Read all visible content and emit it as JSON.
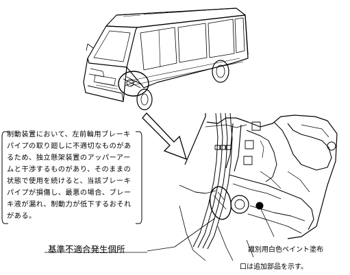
{
  "note": {
    "lines": [
      "制動装置において、左前輪用ブレーキ",
      "パイプの取り廻しに不適切なものがあ",
      "るため、独立懸架装置のアッパーアー",
      "ムと干渉するものがあり、そのままの",
      "状態で使用を続けると、当該ブレーキ",
      "パイプが損傷し、最悪の場合、ブレー",
      "キ液が漏れ、制動力が低下するおそれ",
      "がある。"
    ]
  },
  "labels": {
    "defect_location": "基準不適合発生個所",
    "paint_marking": "識別用白色ペイント塗布",
    "added_parts": "口は追加部品を示す。"
  }
}
